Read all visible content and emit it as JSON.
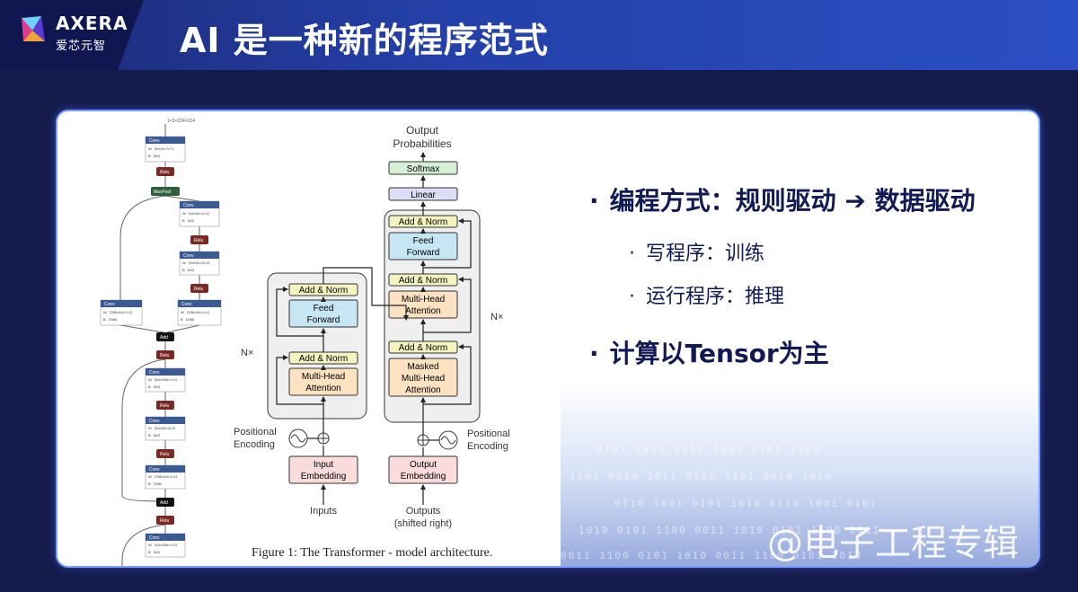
{
  "header": {
    "logo_en": "AXERA",
    "logo_cn": "爱芯元智",
    "title": "AI 是一种新的程序范式"
  },
  "bullets": {
    "b1": "编程方式：规则驱动 ➔ 数据驱动",
    "b1_sub": [
      "写程序：训练",
      "运行程序：推理"
    ],
    "b2": "计算以Tensor为主"
  },
  "resnet": {
    "input": "1×3×224×224",
    "conv": "Conv",
    "relu": "Relu",
    "maxpool": "MaxPool",
    "add": "Add",
    "w": "W",
    "b": "B",
    "conv1_w": "⟨64×3×7×7⟩",
    "conv1_b": "⟨64⟩",
    "c2_w": "⟨64×64×1×1⟩",
    "c2_b": "⟨64⟩",
    "c3_w": "⟨64×64×3×3⟩",
    "c3_b": "⟨64⟩",
    "cl_w": "⟨256×64×1×1⟩",
    "cl_b": "⟨256⟩",
    "cr_w": "⟨256×64×1×1⟩",
    "cr_b": "⟨256⟩",
    "c5_w": "⟨64×256×1×1⟩",
    "c5_b": "⟨64⟩",
    "c6_w": "⟨64×64×3×3⟩",
    "c6_b": "⟨64⟩",
    "c7_w": "⟨256×64×1×1⟩",
    "c7_b": "⟨256⟩",
    "c8_w": "⟨64×256×1×1⟩",
    "c8_b": "⟨64⟩"
  },
  "transformer": {
    "output_probs_1": "Output",
    "output_probs_2": "Probabilities",
    "softmax": "Softmax",
    "linear": "Linear",
    "add_norm": "Add & Norm",
    "feed": "Feed",
    "forward": "Forward",
    "multi_head": "Multi-Head",
    "attention": "Attention",
    "masked": "Masked",
    "nx": "N×",
    "positional": "Positional",
    "encoding": "Encoding",
    "input_emb_1": "Input",
    "embedding": "Embedding",
    "output_emb_1": "Output",
    "inputs": "Inputs",
    "outputs": "Outputs",
    "shifted": "(shifted right)",
    "caption": "Figure 1: The Transformer - model architecture."
  },
  "watermark": "@电子工程专辑",
  "colors": {
    "header_dark": "#0f1650",
    "header": "#2440a8",
    "navy_text": "#111a55",
    "conv_blue": "#3a5b92",
    "relu_red": "#7a2a24",
    "maxpool_green": "#2f5f3a",
    "add_norm_yellow": "#f3f4c0",
    "feed_blue": "#c6e6f4",
    "attention_orange": "#fbe2c0",
    "embedding_pink": "#fbdcdc",
    "softmax_green": "#d6f0d6",
    "linear_purple": "#dcdcf4"
  }
}
